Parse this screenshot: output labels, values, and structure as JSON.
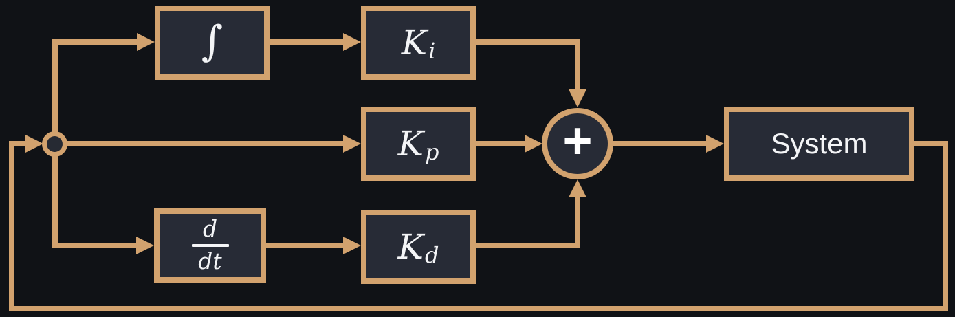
{
  "colors": {
    "background": "#101216",
    "accent": "#d2a26e",
    "block_fill": "#272b36",
    "text": "#f4f5f7"
  },
  "blocks": {
    "integrator": {
      "symbol": "∫"
    },
    "gain_integral": {
      "base": "K",
      "subscript": "i"
    },
    "gain_proportional": {
      "base": "K",
      "subscript": "p"
    },
    "gain_derivative": {
      "base": "K",
      "subscript": "d"
    },
    "derivative": {
      "numerator": "d",
      "denominator": "dt"
    },
    "system": {
      "label": "System"
    }
  },
  "summing_junction": {
    "operator": "+"
  }
}
